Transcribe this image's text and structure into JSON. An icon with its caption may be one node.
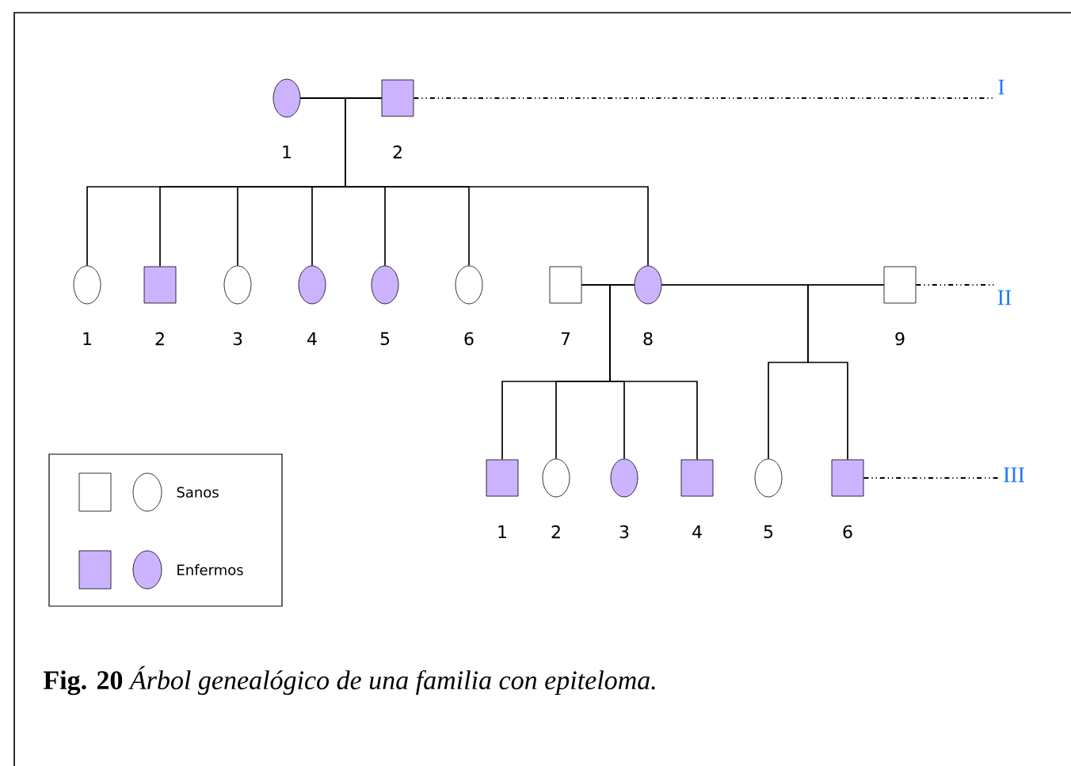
{
  "diagram": {
    "caption": "**Fig. 20** *Árbol genealógico de una familia con epiteloma.*",
    "nodes": [
      {
        "text": [],
        "shape": "circle",
        "beside": [
          "1"
        ]
      },
      {
        "text": [],
        "shape": "box",
        "beside": [
          "2"
        ]
      },
      {
        "text": [],
        "shape": "circle",
        "beside": [
          "1"
        ]
      },
      {
        "text": [],
        "shape": "box",
        "beside": [
          "2"
        ]
      },
      {
        "text": [],
        "shape": "circle",
        "beside": [
          "3"
        ]
      },
      {
        "text": [],
        "shape": "circle",
        "beside": [
          "4"
        ]
      },
      {
        "text": [],
        "shape": "circle",
        "beside": [
          "5"
        ]
      },
      {
        "text": [],
        "shape": "circle",
        "beside": [
          "6"
        ]
      },
      {
        "text": [],
        "shape": "box",
        "beside": [
          "7"
        ]
      },
      {
        "text": [],
        "shape": "circle",
        "beside": [
          "8"
        ]
      },
      {
        "text": [],
        "shape": "box",
        "beside": [
          "9"
        ]
      },
      {
        "text": [],
        "shape": "box",
        "beside": [
          "1"
        ]
      },
      {
        "text": [],
        "shape": "circle",
        "beside": [
          "2"
        ]
      },
      {
        "text": [],
        "shape": "circle",
        "beside": [
          "3"
        ]
      },
      {
        "text": [],
        "shape": "box",
        "beside": [
          "4"
        ]
      },
      {
        "text": [],
        "shape": "circle",
        "beside": [
          "5"
        ]
      },
      {
        "text": [],
        "shape": "box",
        "beside": [
          "6"
        ]
      },
      {
        "text": [
          "I"
        ]
      },
      {
        "text": [
          "II"
        ]
      },
      {
        "text": [
          "III"
        ]
      }
    ],
    "edges": [
      {
        "from": 0,
        "to": 1,
        "arrow": "none"
      },
      {
        "from": 0,
        "to": 2,
        "arrow": "none"
      },
      {
        "from": 0,
        "to": 3,
        "arrow": "none"
      },
      {
        "from": 0,
        "to": 4,
        "arrow": "none"
      },
      {
        "from": 0,
        "to": 5,
        "arrow": "none"
      },
      {
        "from": 0,
        "to": 6,
        "arrow": "none"
      },
      {
        "from": 0,
        "to": 7,
        "arrow": "none"
      },
      {
        "from": 0,
        "to": 9,
        "arrow": "none"
      },
      {
        "from": 1,
        "to": 2,
        "arrow": "none"
      },
      {
        "from": 1,
        "to": 3,
        "arrow": "none"
      },
      {
        "from": 1,
        "to": 4,
        "arrow": "none"
      },
      {
        "from": 1,
        "to": 5,
        "arrow": "none"
      },
      {
        "from": 1,
        "to": 6,
        "arrow": "none"
      },
      {
        "from": 1,
        "to": 7,
        "arrow": "none"
      },
      {
        "from": 1,
        "to": 9,
        "arrow": "none"
      },
      {
        "from": 8,
        "to": 9,
        "arrow": "none"
      },
      {
        "from": 9,
        "to": 10,
        "arrow": "none"
      },
      {
        "from": 8,
        "to": 11,
        "arrow": "none"
      },
      {
        "from": 8,
        "to": 12,
        "arrow": "none"
      },
      {
        "from": 8,
        "to": 13,
        "arrow": "none"
      },
      {
        "from": 8,
        "to": 14,
        "arrow": "none"
      },
      {
        "from": 9,
        "to": 11,
        "arrow": "none"
      },
      {
        "from": 9,
        "to": 12,
        "arrow": "none"
      },
      {
        "from": 9,
        "to": 13,
        "arrow": "none"
      },
      {
        "from": 9,
        "to": 14,
        "arrow": "none"
      },
      {
        "from": 9,
        "to": 15,
        "arrow": "none"
      },
      {
        "from": 9,
        "to": 16,
        "arrow": "none"
      },
      {
        "from": 10,
        "to": 15,
        "arrow": "none"
      },
      {
        "from": 10,
        "to": 16,
        "arrow": "none"
      },
      {
        "from": 1,
        "to": 17,
        "arrow": "none",
        "style": "dashed"
      },
      {
        "from": 10,
        "to": 18,
        "arrow": "none",
        "style": "dashed"
      },
      {
        "from": 16,
        "to": 19,
        "arrow": "none",
        "style": "dashed"
      }
    ],
    "legend": [
      {
        "text": "Sanos"
      },
      {
        "text": "Enfermos",
        "color": "#ccb3ff"
      }
    ]
  }
}
